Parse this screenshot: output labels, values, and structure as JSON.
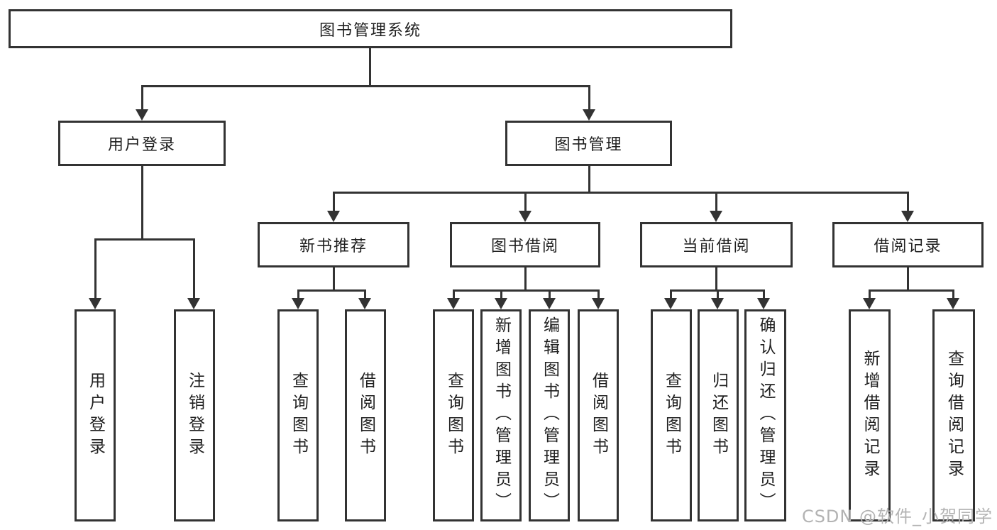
{
  "colors": {
    "line": "#333333",
    "text": "#1f1f1f",
    "background": "#ffffff",
    "watermark": "#b3b3b3"
  },
  "tree": {
    "root": {
      "label": "图书管理系统"
    },
    "branches": [
      {
        "label": "用户登录",
        "children": [
          {
            "label": "用户登录"
          },
          {
            "label": "注销登录"
          }
        ]
      },
      {
        "label": "图书管理",
        "children": [
          {
            "label": "新书推荐",
            "children": [
              {
                "label": "查询图书"
              },
              {
                "label": "借阅图书"
              }
            ]
          },
          {
            "label": "图书借阅",
            "children": [
              {
                "label": "查询图书"
              },
              {
                "label": "新增图书（管理员）"
              },
              {
                "label": "编辑图书（管理员）"
              },
              {
                "label": "借阅图书"
              }
            ]
          },
          {
            "label": "当前借阅",
            "children": [
              {
                "label": "查询图书"
              },
              {
                "label": "归还图书"
              },
              {
                "label": "确认归还（管理员）"
              }
            ]
          },
          {
            "label": "借阅记录",
            "children": [
              {
                "label": "新增借阅记录"
              },
              {
                "label": "查询借阅记录"
              }
            ]
          }
        ]
      }
    ]
  },
  "watermark": {
    "text": "CSDN @软件_小贺同学"
  }
}
